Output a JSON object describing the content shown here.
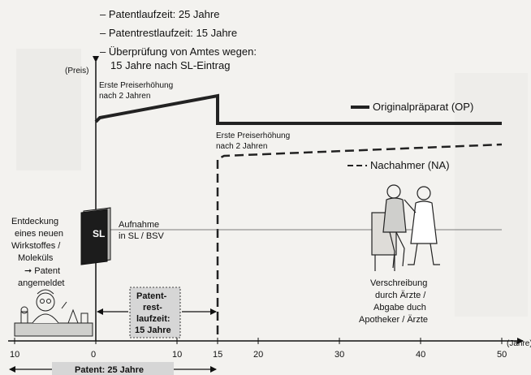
{
  "facts": [
    "– Patentlaufzeit: 25 Jahre",
    "– Patentrestlaufzeit: 15 Jahre",
    "– Überprüfung von Amtes wegen:",
    "15 Jahre nach SL-Eintrag"
  ],
  "axis": {
    "y_label": "(Preis)",
    "x_label": "(Jahre)",
    "ticks": [
      {
        "value": -10,
        "label": "10"
      },
      {
        "value": 0,
        "label": "0"
      },
      {
        "value": 10,
        "label": "10"
      },
      {
        "value": 15,
        "label": "15"
      },
      {
        "value": 20,
        "label": "20"
      },
      {
        "value": 30,
        "label": "30"
      },
      {
        "value": 40,
        "label": "40"
      },
      {
        "value": 50,
        "label": "50"
      }
    ]
  },
  "price_increase_op": [
    "Erste Preiserhöhung",
    "nach 2 Jahren"
  ],
  "price_increase_na": [
    "Erste Preiserhöhung",
    "nach 2 Jahren"
  ],
  "legend": {
    "original": "Originalpräparat (OP)",
    "generic": "Nachahmer (NA)"
  },
  "discovery": [
    "Entdeckung",
    "eines neuen",
    "Wirkstoffes /",
    "Moleküls",
    "➞ Patent",
    "angemeldet"
  ],
  "sl_book_label": "SL",
  "sl_listing": [
    "Aufnahme",
    "in SL / BSV"
  ],
  "prescription": [
    "Verschreibung",
    "durch Ärzte /",
    "Abgabe duch",
    "Apotheker / Ärzte"
  ],
  "remaining_patent": [
    "Patent-",
    "rest-",
    "laufzeit:",
    "15 Jahre"
  ],
  "patent_total": "Patent: 25 Jahre",
  "colors": {
    "background": "#f3f2ef",
    "line": "#111111",
    "box": "#d6d6d6"
  }
}
